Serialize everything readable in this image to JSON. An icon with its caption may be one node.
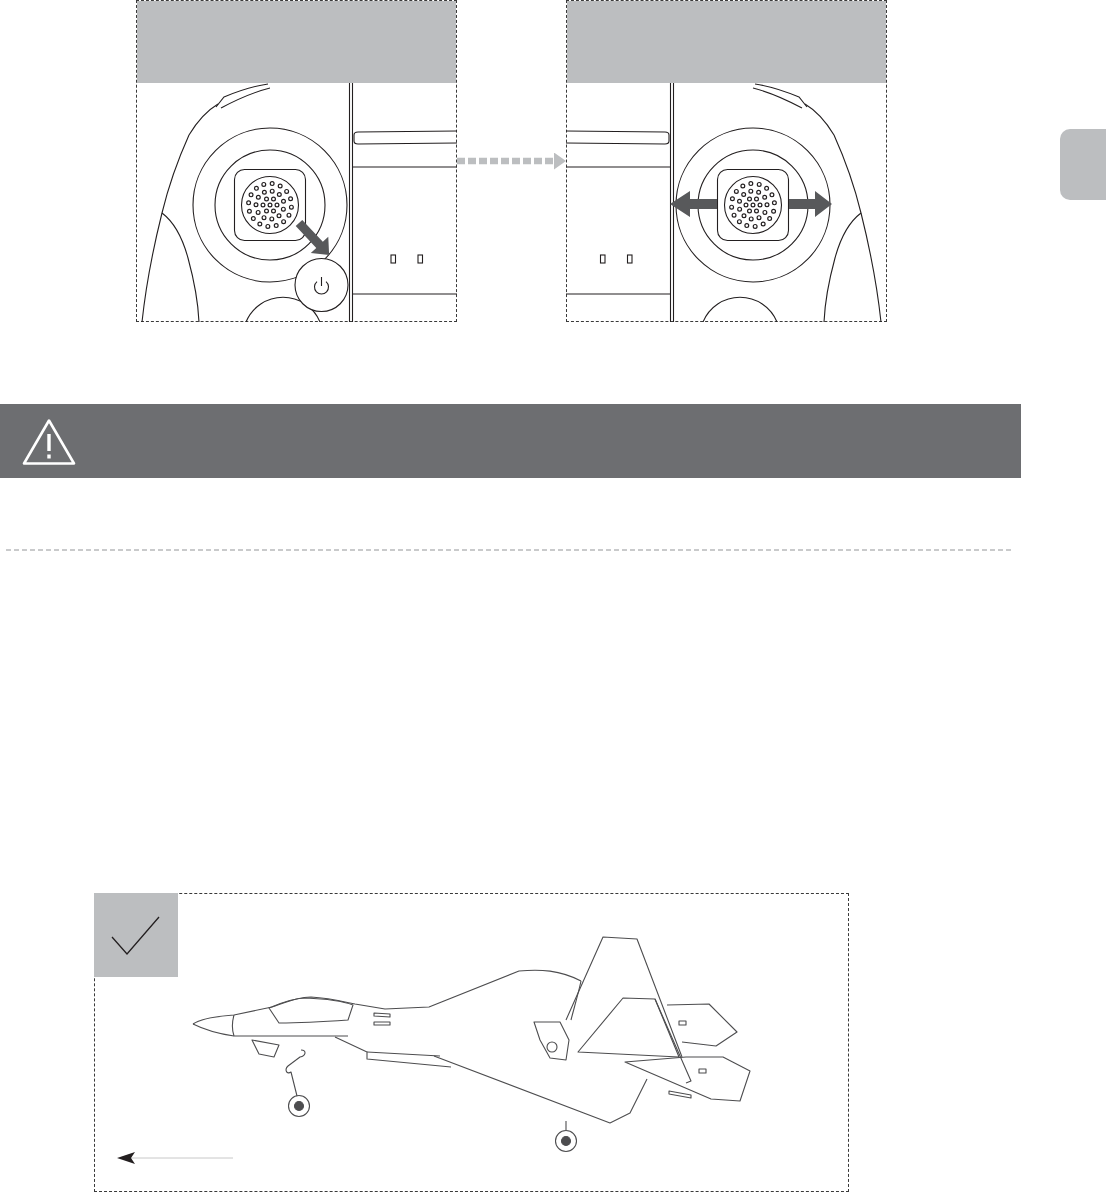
{
  "diagram": {
    "nodes": [
      {
        "text": [],
        "shape": "picture"
      },
      {
        "text": [],
        "shape": "picture"
      }
    ],
    "edges": [
      {
        "from": 0,
        "to": 1,
        "arrow": "to",
        "style": "dashed"
      }
    ]
  }
}
